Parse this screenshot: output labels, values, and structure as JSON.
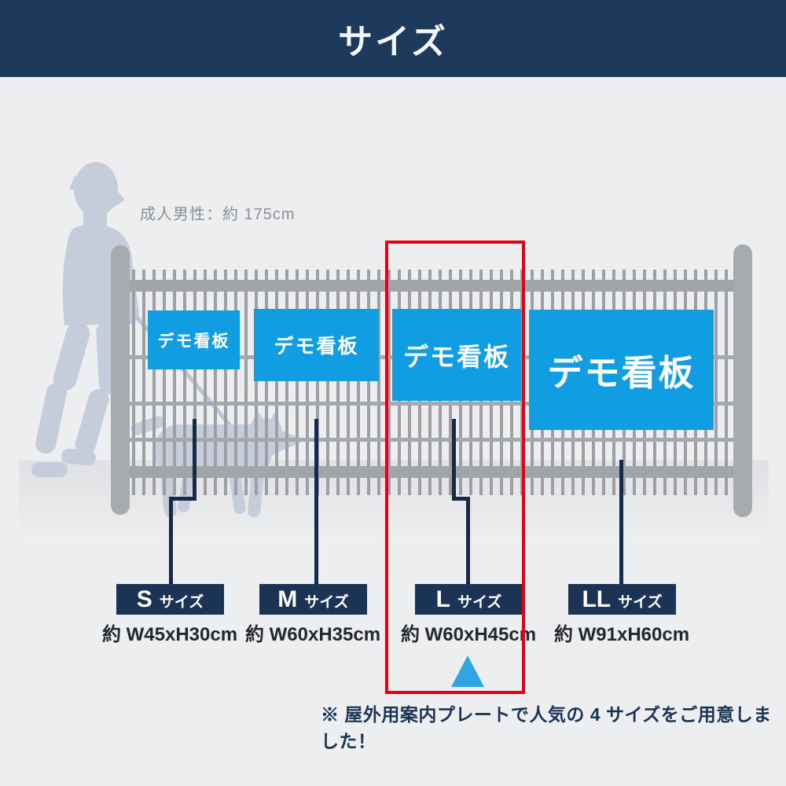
{
  "header": {
    "title": "サイズ"
  },
  "figure": {
    "scale_label": "成人男性：約 175cm",
    "sign_text": "デモ看板",
    "note": "※ 屋外用案内プレートで人気の 4 サイズをご用意しました！"
  },
  "sizes": [
    {
      "name": "S",
      "unit": "サイズ",
      "dimensions": "約 W45xH30cm"
    },
    {
      "name": "M",
      "unit": "サイズ",
      "dimensions": "約 W60xH35cm"
    },
    {
      "name": "L",
      "unit": "サイズ",
      "dimensions": "約 W60xH45cm"
    },
    {
      "name": "LL",
      "unit": "サイズ",
      "dimensions": "約 W91xH60cm"
    }
  ],
  "highlight": {
    "size": "L"
  },
  "colors": {
    "background": "#edeeef",
    "header_bg": "#1d3a5c",
    "sign_blue": "#109de2",
    "label_navy": "#1b3455",
    "line_navy": "#15294b",
    "highlight_red": "#e60013",
    "triangle_blue": "#2fa6e2",
    "silhouette": "#c6cdda"
  }
}
